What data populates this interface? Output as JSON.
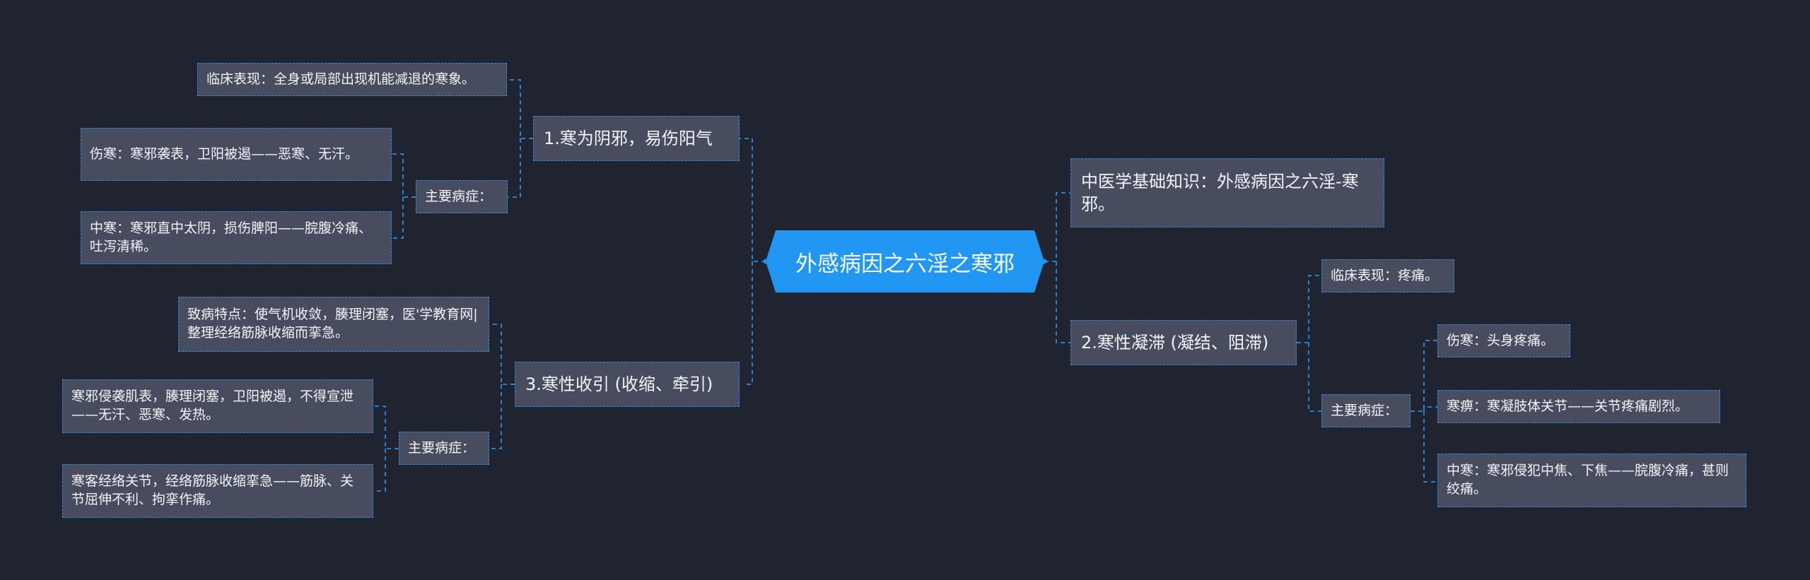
{
  "root": "外感病因之六淫之寒邪",
  "left": {
    "b1": {
      "label": "1.寒为阴邪，易伤阳气",
      "clinical": "临床表现：全身或局部出现机能减退的寒象。",
      "main_label": "主要病症：",
      "main_items": [
        "伤寒：寒邪袭表，卫阳被遏——恶寒、无汗。",
        "中寒：寒邪直中太阴，损伤脾阳——脘腹冷痛、吐泻清稀。"
      ]
    },
    "b3": {
      "label": "3.寒性收引 (收缩、牵引)",
      "feature": "致病特点：使气机收敛，腠理闭塞，医'学教育网|整理经络筋脉收缩而挛急。",
      "main_label": "主要病症：",
      "main_items": [
        "寒邪侵袭肌表，腠理闭塞，卫阳被遏，不得宣泄——无汗、恶寒、发热。",
        "寒客经络关节，经络筋脉收缩挛急——筋脉、关节屈伸不利、拘挛作痛。"
      ]
    }
  },
  "right": {
    "b0": {
      "label": "中医学基础知识：外感病因之六淫-寒邪。"
    },
    "b2": {
      "label": "2.寒性凝滞 (凝结、阻滞)",
      "clinical": "临床表现：疼痛。",
      "main_label": "主要病症：",
      "main_items": [
        "伤寒：头身疼痛。",
        "寒痹：寒凝肢体关节——关节疼痛剧烈。",
        "中寒：寒邪侵犯中焦、下焦——脘腹冷痛，甚则绞痛。"
      ]
    }
  },
  "colors": {
    "background": "#202330",
    "node": "#474d5e",
    "root": "#2196f3",
    "line": "#2b8de0",
    "text": "#f2f4f7"
  }
}
